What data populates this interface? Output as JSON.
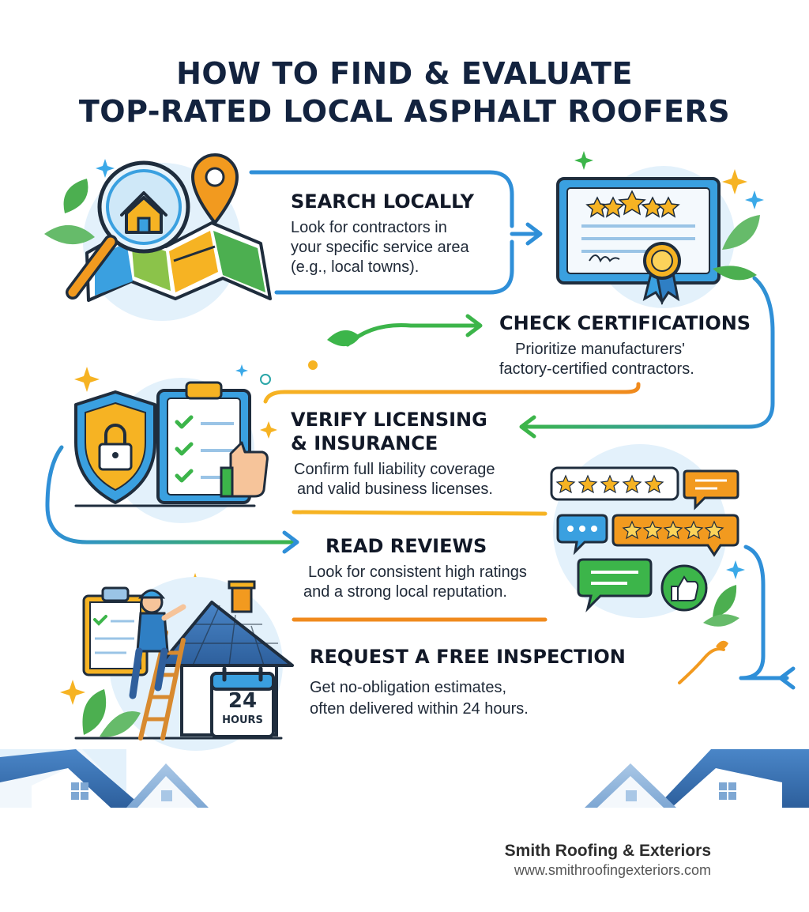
{
  "title": {
    "line1": "HOW TO FIND & EVALUATE",
    "line2": "TOP-RATED LOCAL ASPHALT ROOFERS"
  },
  "steps": [
    {
      "title": "SEARCH LOCALLY",
      "lines": [
        "Look for contractors in",
        "your specific service area",
        "(e.g., local towns)."
      ],
      "icon": "map-search-icon"
    },
    {
      "title": "CHECK CERTIFICATIONS",
      "lines": [
        "Prioritize manufacturers'",
        "factory-certified contractors."
      ],
      "icon": "certificate-icon"
    },
    {
      "title": "VERIFY LICENSING",
      "title2": "& INSURANCE",
      "lines": [
        "Confirm full liability coverage",
        "and valid business licenses."
      ],
      "icon": "shield-checklist-icon"
    },
    {
      "title": "READ REVIEWS",
      "lines": [
        "Look for consistent high ratings",
        "and a strong local reputation."
      ],
      "icon": "reviews-icon"
    },
    {
      "title": "REQUEST A FREE INSPECTION",
      "lines": [
        "Get no-obligation estimates,",
        "often delivered within 24 hours."
      ],
      "icon": "roof-inspection-icon"
    }
  ],
  "calendar": {
    "number": "24",
    "label": "HOURS"
  },
  "footer": {
    "company": "Smith Roofing & Exteriors",
    "url": "www.smithroofingexteriors.com"
  },
  "colors": {
    "title": "#13233f",
    "blue": "#2f8fd8",
    "green": "#3cb54a",
    "orange": "#f29a1f",
    "light_blue_bg": "#e3f1fb"
  }
}
